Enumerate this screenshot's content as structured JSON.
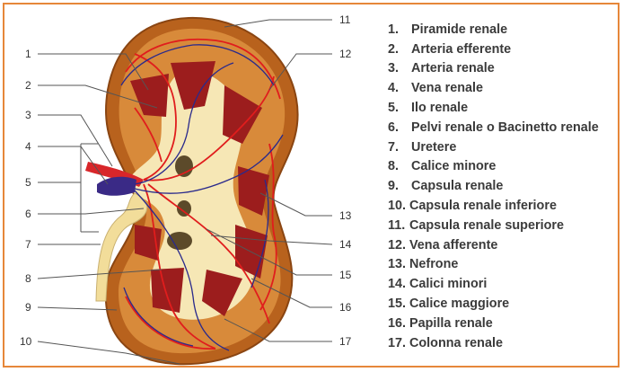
{
  "diagram": {
    "callouts": [
      "1",
      "2",
      "3",
      "4",
      "5",
      "6",
      "7",
      "8",
      "9",
      "10",
      "11",
      "12",
      "13",
      "14",
      "15",
      "16",
      "17"
    ]
  },
  "legend": [
    {
      "num": "1.",
      "label": "Piramide renale"
    },
    {
      "num": "2.",
      "label": "Arteria efferente"
    },
    {
      "num": "3.",
      "label": "Arteria renale"
    },
    {
      "num": "4.",
      "label": "Vena renale"
    },
    {
      "num": "5.",
      "label": "Ilo renale"
    },
    {
      "num": "6.",
      "label": "Pelvi renale o Bacinetto renale"
    },
    {
      "num": "7.",
      "label": "Uretere"
    },
    {
      "num": "8.",
      "label": "Calice minore"
    },
    {
      "num": "9.",
      "label": "Capsula renale"
    },
    {
      "num": "10.",
      "label": "Capsula renale inferiore"
    },
    {
      "num": "11.",
      "label": "Capsula renale superiore"
    },
    {
      "num": "12.",
      "label": "Vena afferente"
    },
    {
      "num": "13.",
      "label": "Nefrone"
    },
    {
      "num": "14.",
      "label": "Calici minori"
    },
    {
      "num": "15.",
      "label": "Calice maggiore"
    },
    {
      "num": "16.",
      "label": "Papilla renale"
    },
    {
      "num": "17.",
      "label": "Colonna renale"
    }
  ],
  "colors": {
    "frame": "#e6873a",
    "capsule": "#b8621d",
    "cortex": "#d88a3a",
    "medulla": "#f6e7b5",
    "pyramid": "#9c1d1d",
    "artery": "#e01d1d",
    "vein": "#2a2a8c",
    "leader": "#555555"
  }
}
